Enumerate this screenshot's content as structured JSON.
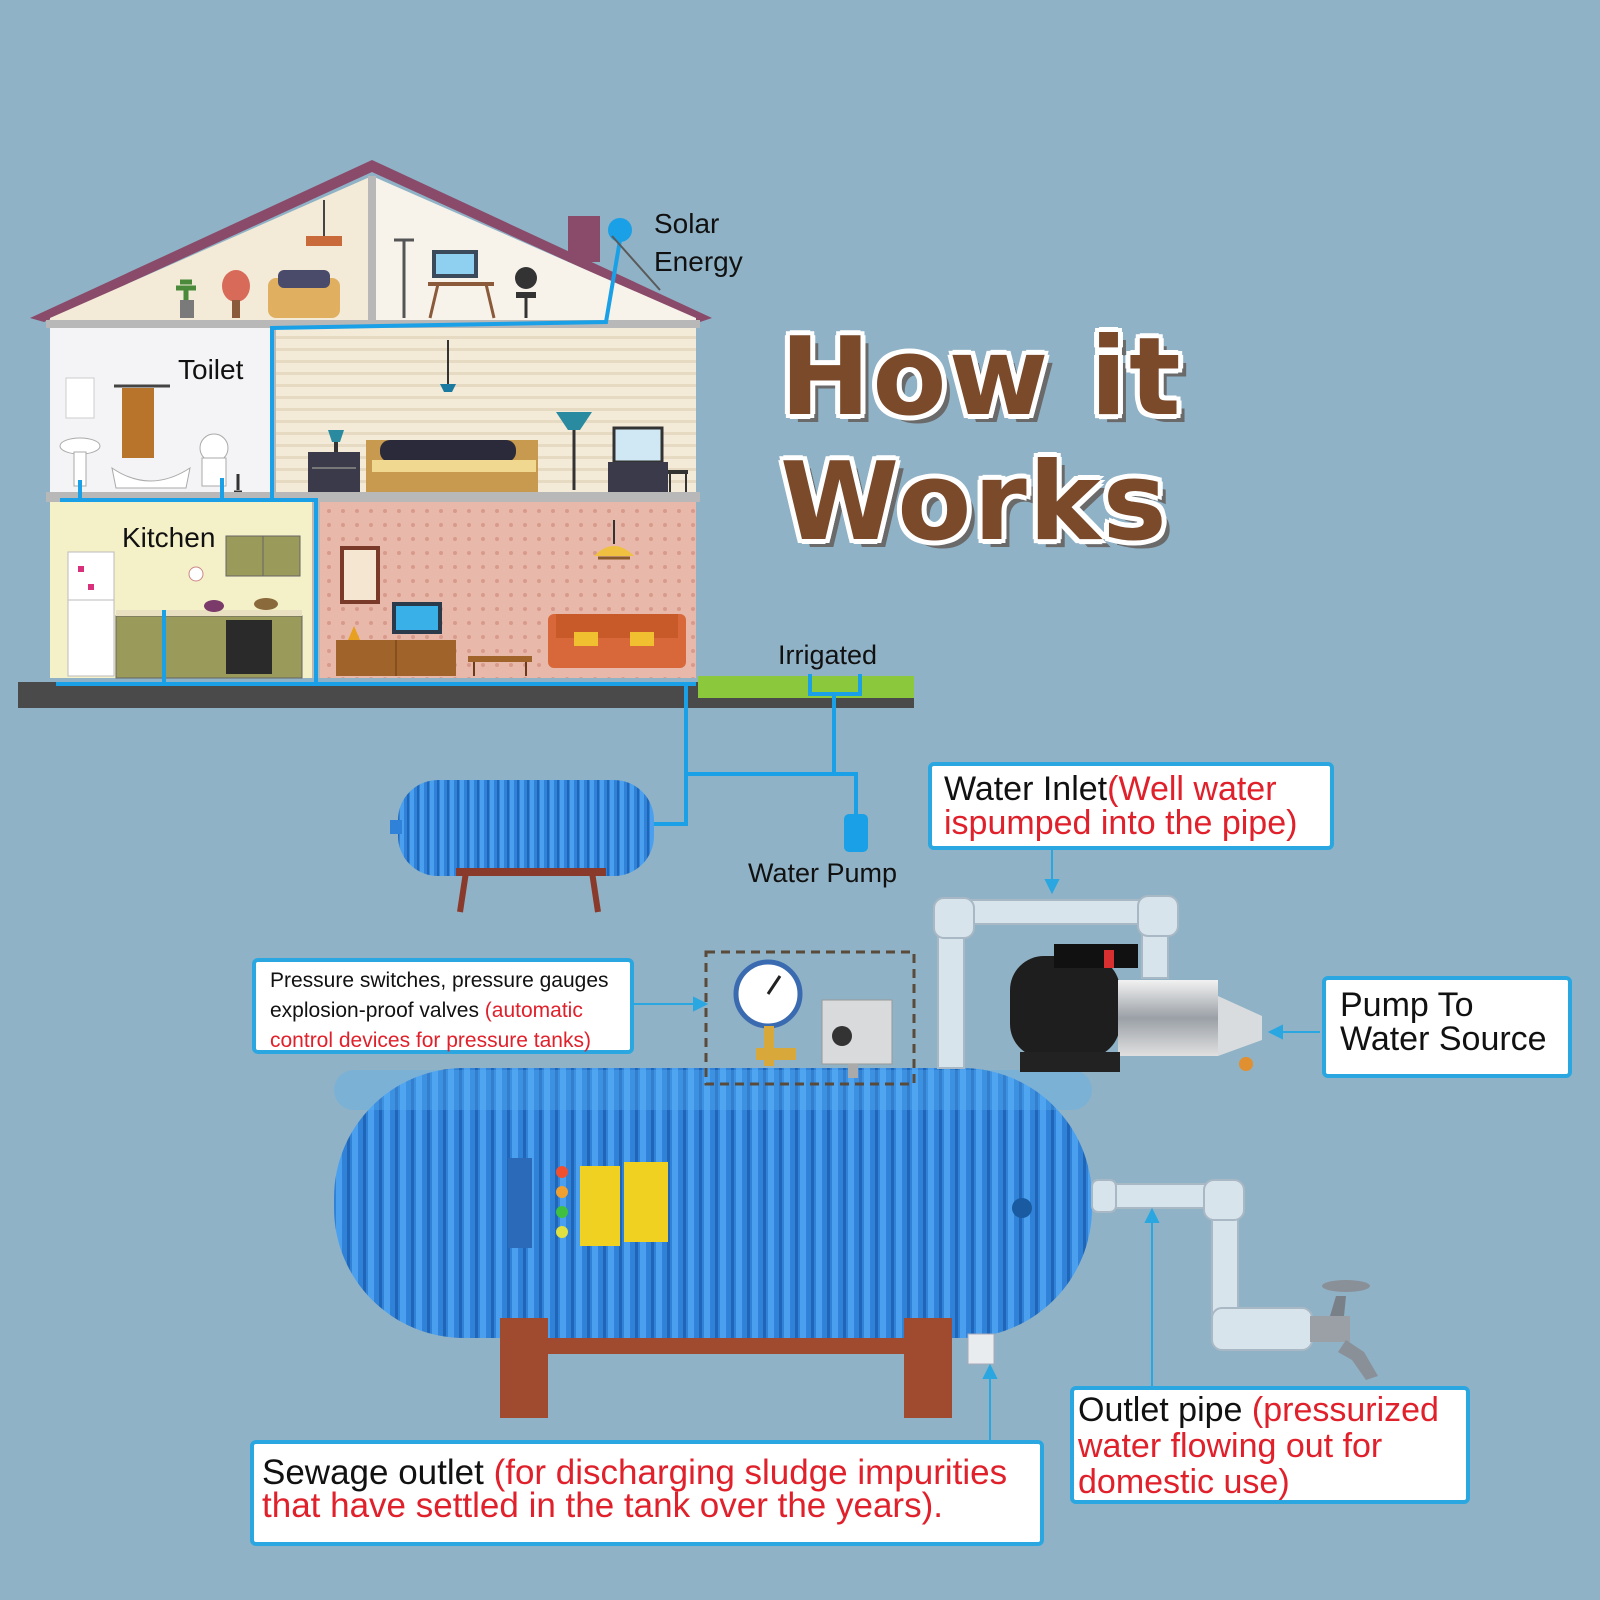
{
  "title": "How it Works",
  "house_labels": {
    "solar_line1": "Solar",
    "solar_line2": "Energy",
    "toilet": "Toilet",
    "kitchen": "Kitchen",
    "irrigated": "Irrigated",
    "water_pump": "Water Pump"
  },
  "callouts": {
    "water_inlet": {
      "main": "Water Inlet",
      "detail_a": "(Well water",
      "detail_b": "ispumped into the pipe)"
    },
    "controls": {
      "line1": "Pressure switches, pressure gauges",
      "line2_main": "explosion-proof valves ",
      "line2_red": "(automatic",
      "line3_red": "control devices for pressure tanks)"
    },
    "pump_source": {
      "line1": "Pump To",
      "line2": "Water Source"
    },
    "sewage": {
      "main": "Sewage outlet ",
      "red1": "(for discharging sludge impurities",
      "red2": "that have settled in the tank over the years)."
    },
    "outlet": {
      "main": "Outlet pipe ",
      "red1": "(pressurized",
      "red2": "water flowing out for",
      "red3": "domestic use)"
    }
  },
  "colors": {
    "background": "#8fb2c6",
    "pipe_line": "#1aa0e6",
    "tank_blue": "#2f82d8",
    "title_brown": "#7b4a2a",
    "callout_border": "#2aa7e0",
    "red_text": "#e0202a",
    "grass": "#8cc83c",
    "roof": "#8a4a6a"
  }
}
